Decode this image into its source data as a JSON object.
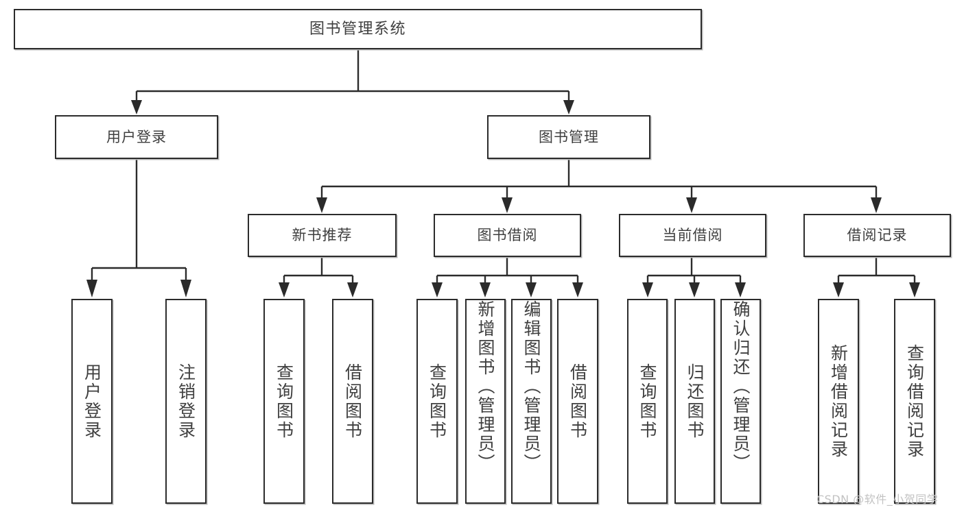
{
  "diagram": {
    "type": "tree",
    "title": "图书管理系统",
    "root": {
      "id": "root",
      "label": "图书管理系统"
    },
    "level1": [
      {
        "id": "user-login",
        "label": "用户登录"
      },
      {
        "id": "book-manage",
        "label": "图书管理"
      }
    ],
    "level2": [
      {
        "id": "new-book-rec",
        "label": "新书推荐",
        "parent": "book-manage"
      },
      {
        "id": "book-borrow",
        "label": "图书借阅",
        "parent": "book-manage"
      },
      {
        "id": "current-borrow",
        "label": "当前借阅",
        "parent": "book-manage"
      },
      {
        "id": "borrow-record",
        "label": "借阅记录",
        "parent": "book-manage"
      }
    ],
    "leaves": [
      {
        "id": "leaf-user-login",
        "label": "用户登录",
        "parent": "user-login"
      },
      {
        "id": "leaf-logout",
        "label": "注销登录",
        "parent": "user-login"
      },
      {
        "id": "leaf-query-book-1",
        "label": "查询图书",
        "parent": "new-book-rec"
      },
      {
        "id": "leaf-borrow-book-1",
        "label": "借阅图书",
        "parent": "new-book-rec"
      },
      {
        "id": "leaf-query-book-2",
        "label": "查询图书",
        "parent": "book-borrow"
      },
      {
        "id": "leaf-add-book",
        "label": "新增图书（管理员）",
        "parent": "book-borrow"
      },
      {
        "id": "leaf-edit-book",
        "label": "编辑图书（管理员）",
        "parent": "book-borrow"
      },
      {
        "id": "leaf-borrow-book-2",
        "label": "借阅图书",
        "parent": "book-borrow"
      },
      {
        "id": "leaf-query-book-3",
        "label": "查询图书",
        "parent": "current-borrow"
      },
      {
        "id": "leaf-return-book",
        "label": "归还图书",
        "parent": "current-borrow"
      },
      {
        "id": "leaf-confirm-return",
        "label": "确认归还（管理员）",
        "parent": "current-borrow"
      },
      {
        "id": "leaf-add-record",
        "label": "新增借阅记录",
        "parent": "borrow-record"
      },
      {
        "id": "leaf-query-record",
        "label": "查询借阅记录",
        "parent": "borrow-record"
      }
    ]
  },
  "watermark": {
    "text": "CSDN @软件_小贺同学"
  },
  "colors": {
    "stroke": "#2b2b2b",
    "text": "#3f3f3f",
    "background": "#ffffff",
    "shadow": "#b9b9b9",
    "watermark": "#c2c2c2"
  }
}
